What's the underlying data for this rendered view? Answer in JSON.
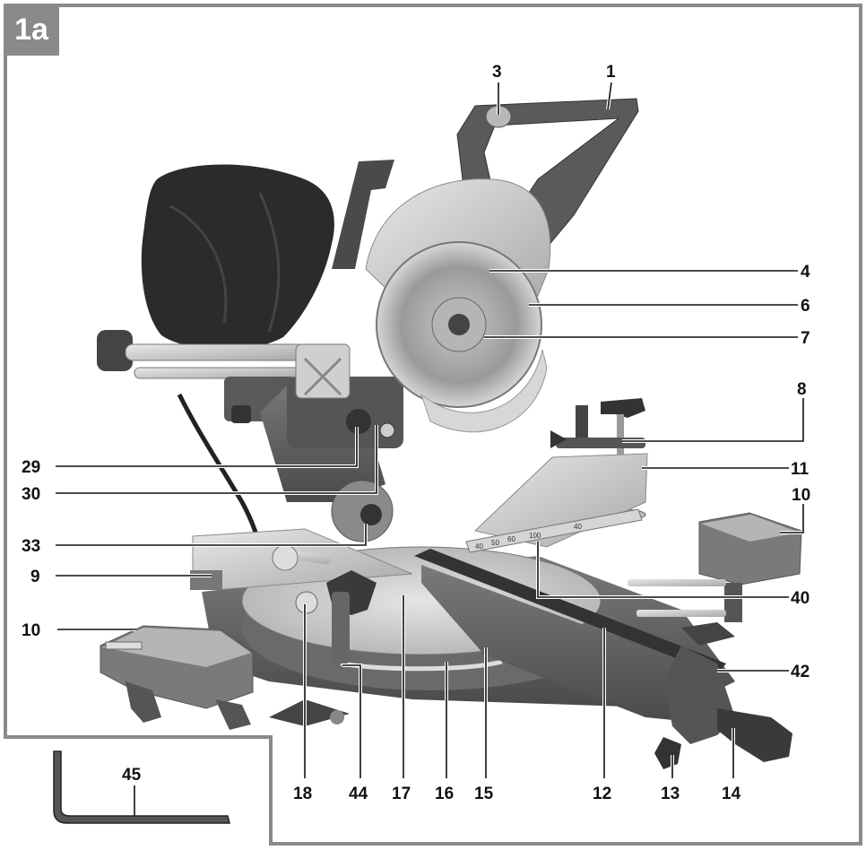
{
  "figure_label": "1a",
  "callouts": [
    {
      "id": "c1",
      "text": "1"
    },
    {
      "id": "c3",
      "text": "3"
    },
    {
      "id": "c4",
      "text": "4"
    },
    {
      "id": "c6",
      "text": "6"
    },
    {
      "id": "c7",
      "text": "7"
    },
    {
      "id": "c8",
      "text": "8"
    },
    {
      "id": "c11",
      "text": "11"
    },
    {
      "id": "c10r",
      "text": "10"
    },
    {
      "id": "c29",
      "text": "29"
    },
    {
      "id": "c30",
      "text": "30"
    },
    {
      "id": "c33",
      "text": "33"
    },
    {
      "id": "c9",
      "text": "9"
    },
    {
      "id": "c40",
      "text": "40"
    },
    {
      "id": "c10l",
      "text": "10"
    },
    {
      "id": "c42",
      "text": "42"
    },
    {
      "id": "c18",
      "text": "18"
    },
    {
      "id": "c44",
      "text": "44"
    },
    {
      "id": "c17",
      "text": "17"
    },
    {
      "id": "c16",
      "text": "16"
    },
    {
      "id": "c15",
      "text": "15"
    },
    {
      "id": "c12",
      "text": "12"
    },
    {
      "id": "c13",
      "text": "13"
    },
    {
      "id": "c14",
      "text": "14"
    },
    {
      "id": "c45",
      "text": "45"
    }
  ],
  "scale_marks": [
    "40",
    "50",
    "60",
    "100",
    "40"
  ]
}
